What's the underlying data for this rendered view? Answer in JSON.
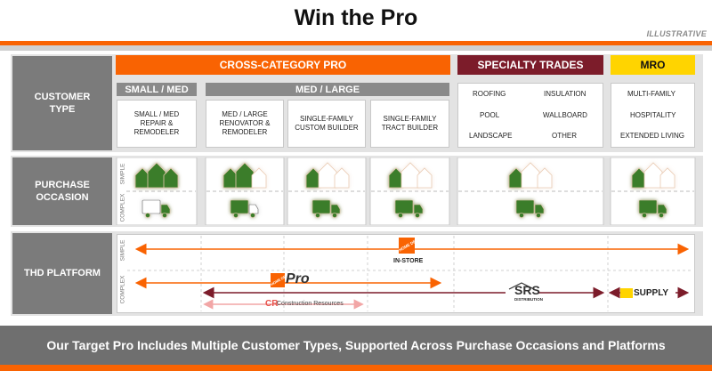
{
  "title": "Win the Pro",
  "illustrative": "ILLUSTRATIVE",
  "rows": {
    "customer_type": "CUSTOMER\nTYPE",
    "purchase_occasion": "PURCHASE\nOCCASION",
    "thd_platform": "THD PLATFORM"
  },
  "headers": {
    "cross_category": "CROSS-CATEGORY PRO",
    "specialty": "SPECIALTY TRADES",
    "mro": "MRO",
    "small_med": "SMALL / MED",
    "med_large": "MED / LARGE"
  },
  "customers": {
    "c1": "SMALL / MED\nREPAIR &\nREMODELER",
    "c2": "MED / LARGE\nRENOVATOR &\nREMODELER",
    "c3": "SINGLE-FAMILY\nCUSTOM BUILDER",
    "c4": "SINGLE-FAMILY\nTRACT BUILDER"
  },
  "specialty_items": [
    "ROOFING",
    "INSULATION",
    "POOL",
    "WALLBOARD",
    "LANDSCAPE",
    "OTHER"
  ],
  "mro_items": [
    "MULTI-FAMILY",
    "HOSPITALITY",
    "EXTENDED LIVING"
  ],
  "occasion_labels": {
    "simple": "SIMPLE",
    "complex": "COMPLEX"
  },
  "platform_labels": {
    "simple": "SIMPLE",
    "complex": "COMPLEX"
  },
  "platforms": {
    "instore": "IN-STORE",
    "pro": "Pro",
    "srs": "SRS",
    "srs_sub": "DISTRIBUTION",
    "supply": "SUPPLY",
    "cr": "CR",
    "cr_full": "Construction Resources",
    "homedepot_logo": "THE HOME DEPOT"
  },
  "footer": "Our Target Pro Includes Multiple Customer Types, Supported Across Purchase Occasions and Platforms",
  "colors": {
    "orange": "#f96302",
    "maroon": "#7c1c2a",
    "yellow": "#ffd400",
    "green": "#3a7d2a",
    "grey": "#7b7b7b"
  }
}
